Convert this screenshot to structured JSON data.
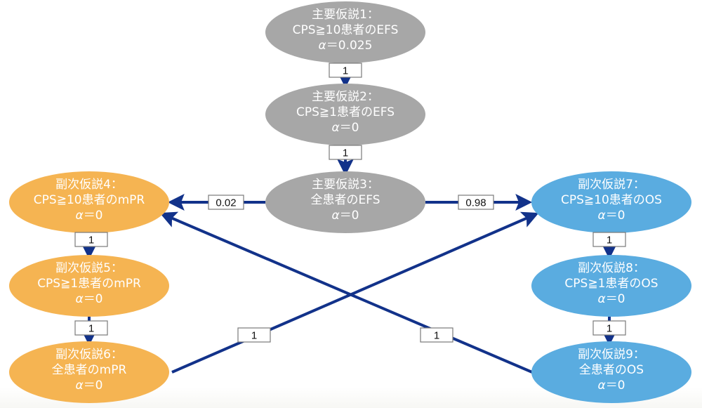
{
  "colors": {
    "primary": "#a7a7a7",
    "secondary_mpr": "#f5b452",
    "secondary_os": "#5aace0",
    "edge": "#12328a",
    "text": "#ffffff"
  },
  "nodes": [
    {
      "id": "H1",
      "group": "primary",
      "title": "主要仮説1：",
      "subject": "CPS≧10患者のEFS",
      "alpha_symbol": "α",
      "alpha_value": "＝0.025"
    },
    {
      "id": "H2",
      "group": "primary",
      "title": "主要仮説2：",
      "subject": "CPS≧1患者のEFS",
      "alpha_symbol": "α",
      "alpha_value": "＝0"
    },
    {
      "id": "H3",
      "group": "primary",
      "title": "主要仮説3：",
      "subject": "全患者のEFS",
      "alpha_symbol": "α",
      "alpha_value": "＝0"
    },
    {
      "id": "H4",
      "group": "secondary_mpr",
      "title": "副次仮説4：",
      "subject": "CPS≧10患者のmPR",
      "alpha_symbol": "α",
      "alpha_value": "＝0"
    },
    {
      "id": "H5",
      "group": "secondary_mpr",
      "title": "副次仮説5：",
      "subject": "CPS≧1患者のmPR",
      "alpha_symbol": "α",
      "alpha_value": "＝0"
    },
    {
      "id": "H6",
      "group": "secondary_mpr",
      "title": "副次仮説6：",
      "subject": "全患者のmPR",
      "alpha_symbol": "α",
      "alpha_value": "＝0"
    },
    {
      "id": "H7",
      "group": "secondary_os",
      "title": "副次仮説7：",
      "subject": "CPS≧10患者のOS",
      "alpha_symbol": "α",
      "alpha_value": "＝0"
    },
    {
      "id": "H8",
      "group": "secondary_os",
      "title": "副次仮説8：",
      "subject": "CPS≧1患者のOS",
      "alpha_symbol": "α",
      "alpha_value": "＝0"
    },
    {
      "id": "H9",
      "group": "secondary_os",
      "title": "副次仮説9：",
      "subject": "全患者のOS",
      "alpha_symbol": "α",
      "alpha_value": "＝0"
    }
  ],
  "edges": [
    {
      "from": "H1",
      "to": "H2",
      "weight": "1"
    },
    {
      "from": "H2",
      "to": "H3",
      "weight": "1"
    },
    {
      "from": "H3",
      "to": "H4",
      "weight": "0.02"
    },
    {
      "from": "H3",
      "to": "H7",
      "weight": "0.98"
    },
    {
      "from": "H4",
      "to": "H5",
      "weight": "1"
    },
    {
      "from": "H5",
      "to": "H6",
      "weight": "1"
    },
    {
      "from": "H7",
      "to": "H8",
      "weight": "1"
    },
    {
      "from": "H8",
      "to": "H9",
      "weight": "1"
    },
    {
      "from": "H6",
      "to": "H7",
      "weight": "1"
    },
    {
      "from": "H9",
      "to": "H4",
      "weight": "1"
    }
  ]
}
